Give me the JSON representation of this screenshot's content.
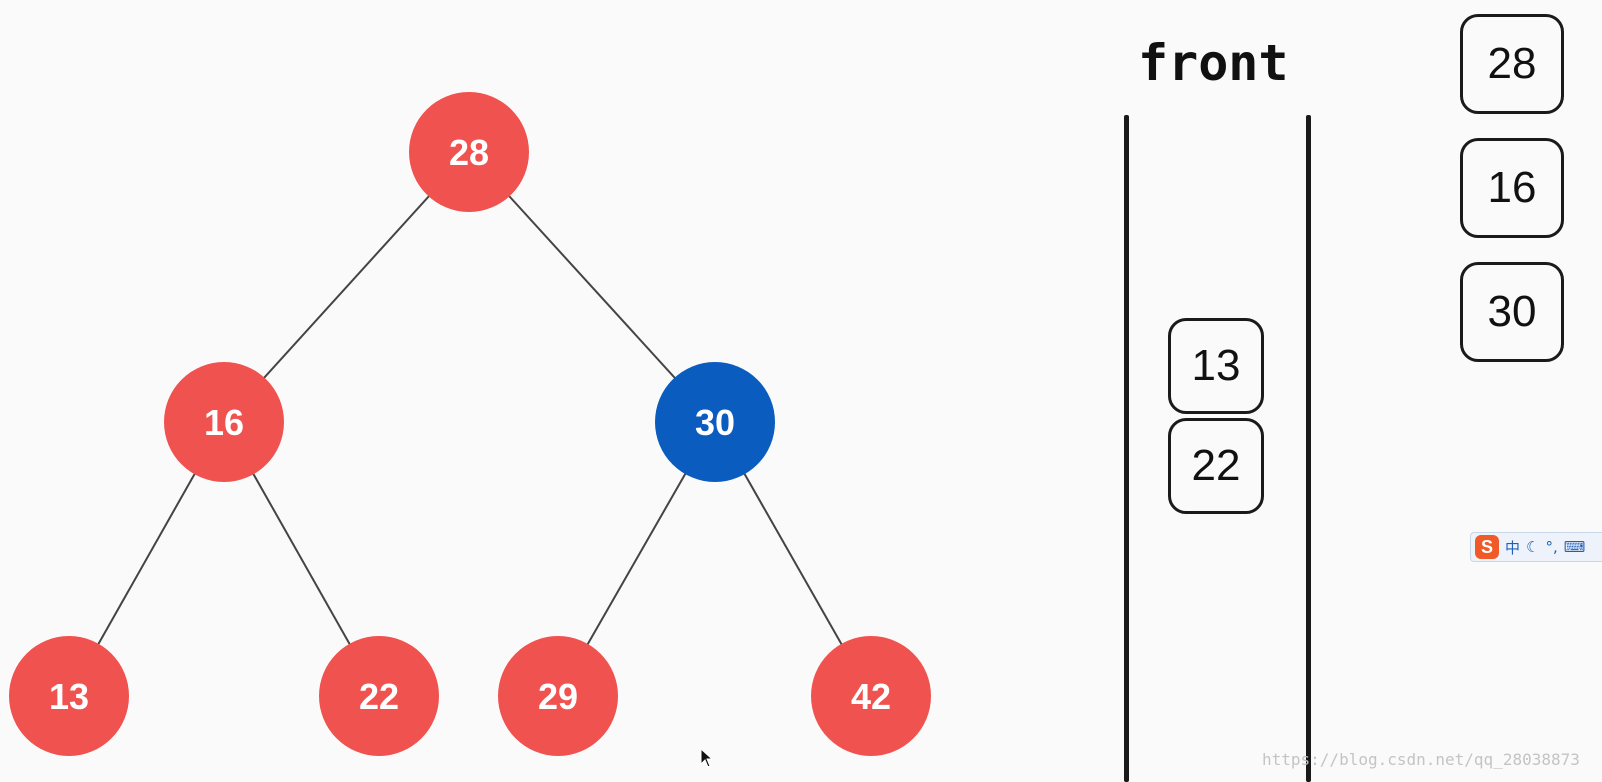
{
  "tree": {
    "nodes": [
      {
        "id": "n28",
        "label": "28",
        "color": "#f0524f"
      },
      {
        "id": "n16",
        "label": "16",
        "color": "#f0524f"
      },
      {
        "id": "n30",
        "label": "30",
        "color": "#0a5cbf"
      },
      {
        "id": "n13",
        "label": "13",
        "color": "#f0524f"
      },
      {
        "id": "n22",
        "label": "22",
        "color": "#f0524f"
      },
      {
        "id": "n29",
        "label": "29",
        "color": "#f0524f"
      },
      {
        "id": "n42",
        "label": "42",
        "color": "#f0524f"
      }
    ],
    "edges": [
      [
        "n28",
        "n16"
      ],
      [
        "n28",
        "n30"
      ],
      [
        "n16",
        "n13"
      ],
      [
        "n16",
        "n22"
      ],
      [
        "n30",
        "n29"
      ],
      [
        "n30",
        "n42"
      ]
    ],
    "current_node": "30"
  },
  "queue": {
    "title": "front",
    "items": [
      "13",
      "22"
    ]
  },
  "visited": {
    "items": [
      "28",
      "16",
      "30"
    ]
  },
  "ime": {
    "logo": "S",
    "mode": "中",
    "icons": [
      "moon-icon",
      "punctuation-icon",
      "keyboard-icon"
    ]
  },
  "watermark": "https://blog.csdn.net/qq_28038873",
  "colors": {
    "node_default": "#f0524f",
    "node_current": "#0a5cbf",
    "edge": "#444444",
    "background": "#fafafa"
  }
}
